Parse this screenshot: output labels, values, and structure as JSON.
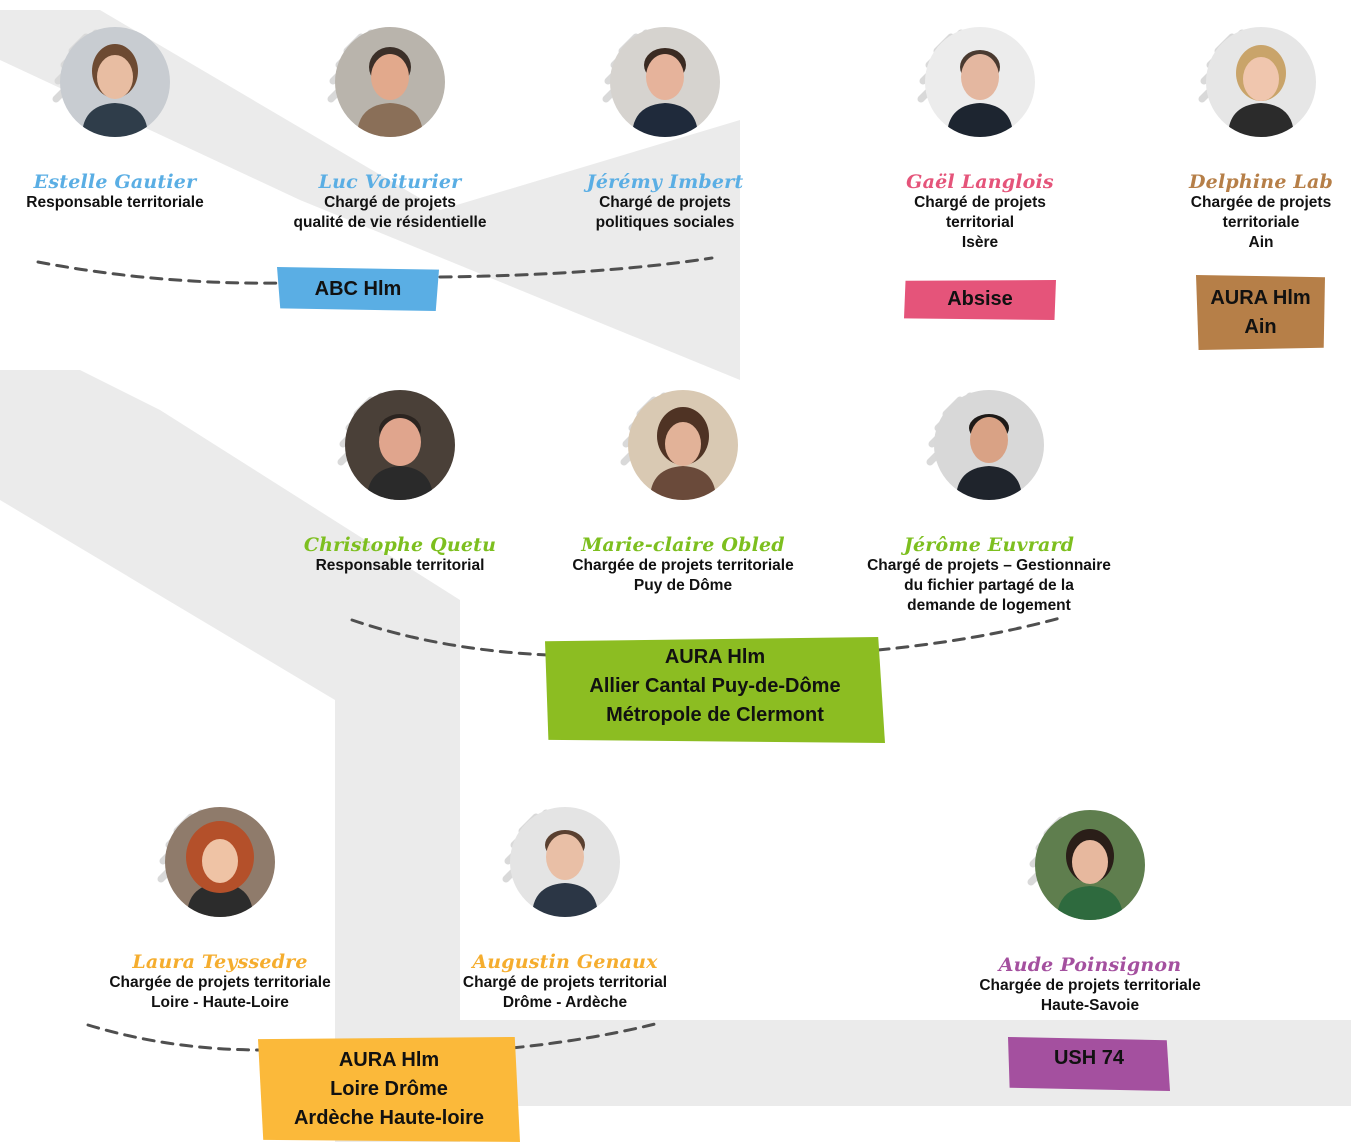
{
  "colors": {
    "blue": "#5aaee4",
    "pink": "#e5547a",
    "brown": "#b67f48",
    "green": "#8cbd22",
    "green_text": "#7dbf1f",
    "yellow": "#fbb93a",
    "yellow_text": "#f5ad2e",
    "purple": "#a4509f",
    "tree_grey": "#ebebeb",
    "dash_grey": "#4f4f4f"
  },
  "people": [
    {
      "name": "Estelle Gautier",
      "role": [
        "Responsable territoriale"
      ],
      "color": "#5aaee4",
      "skin": "#e8bda2",
      "hair": "#6d4a32",
      "shirt": "#2f3d4a",
      "bgc": "#c8ccd1"
    },
    {
      "name": "Luc Voiturier",
      "role": [
        "Chargé de projets",
        "qualité de vie résidentielle"
      ],
      "color": "#5aaee4",
      "skin": "#e2a98c",
      "hair": "#3b2f28",
      "shirt": "#8a6f58",
      "bgc": "#b9b4ac"
    },
    {
      "name": "Jérémy Imbert",
      "role": [
        "Chargé de projets",
        "politiques sociales"
      ],
      "color": "#5aaee4",
      "skin": "#e6b39b",
      "hair": "#3a2a22",
      "shirt": "#1f2a3b",
      "bgc": "#d6d3cf"
    },
    {
      "name": "Gaël Langlois",
      "role": [
        "Chargé de projets",
        "territorial",
        "Isère"
      ],
      "color": "#e5547a",
      "skin": "#e4b7a0",
      "hair": "#4a3a30",
      "shirt": "#1d2530",
      "bgc": "#ececec"
    },
    {
      "name": "Delphine Lab",
      "role": [
        "Chargée de projets",
        "territoriale",
        "Ain"
      ],
      "color": "#b67f48",
      "skin": "#f0c6ae",
      "hair": "#c9a46a",
      "shirt": "#2b2b2b",
      "bgc": "#e6e6e6"
    },
    {
      "name": "Christophe Quetu",
      "role": [
        "Responsable territorial"
      ],
      "color": "#7dbf1f",
      "skin": "#e0a58d",
      "hair": "#2b2420",
      "shirt": "#2a2a2a",
      "bgc": "#4a4038"
    },
    {
      "name": "Marie-claire Obled",
      "role": [
        "Chargée de projets territoriale",
        "Puy de Dôme"
      ],
      "color": "#7dbf1f",
      "skin": "#e2b298",
      "hair": "#4f3324",
      "shirt": "#6a4a3a",
      "bgc": "#d9c9b3"
    },
    {
      "name": "Jérôme Euvrard",
      "role": [
        "Chargé de projets – Gestionnaire",
        "du fichier partagé de la",
        "demande de logement"
      ],
      "color": "#7dbf1f",
      "skin": "#d9a285",
      "hair": "#1e1a18",
      "shirt": "#1f242c",
      "bgc": "#d8d8d8"
    },
    {
      "name": "Laura Teyssedre",
      "role": [
        "Chargée de projets territoriale",
        "Loire - Haute-Loire"
      ],
      "color": "#f5ad2e",
      "skin": "#efc3a5",
      "hair": "#b4502a",
      "shirt": "#2c2c2c",
      "bgc": "#8f7b6b"
    },
    {
      "name": "Augustin Genaux",
      "role": [
        "Chargé de projets territorial",
        "Drôme - Ardèche"
      ],
      "color": "#f5ad2e",
      "skin": "#e9bfa6",
      "hair": "#5a4030",
      "shirt": "#2b3645",
      "bgc": "#e4e4e4"
    },
    {
      "name": "Aude Poinsignon",
      "role": [
        "Chargée de projets territoriale",
        "Haute-Savoie"
      ],
      "color": "#a4509f",
      "skin": "#e7b89e",
      "hair": "#2a1e18",
      "shirt": "#2e6a3e",
      "bgc": "#5f7e4e"
    }
  ],
  "tags": [
    {
      "lines": [
        "ABC Hlm"
      ],
      "color": "#5aaee4"
    },
    {
      "lines": [
        "Absise"
      ],
      "color": "#e5547a"
    },
    {
      "lines": [
        "AURA Hlm",
        "Ain"
      ],
      "color": "#b67f48"
    },
    {
      "lines": [
        "AURA Hlm",
        "Allier Cantal Puy-de-Dôme",
        "Métropole de Clermont"
      ],
      "color": "#8cbd22"
    },
    {
      "lines": [
        "AURA Hlm",
        "Loire Drôme",
        "Ardèche Haute-loire"
      ],
      "color": "#fbb93a"
    },
    {
      "lines": [
        "USH 74"
      ],
      "color": "#a4509f"
    }
  ]
}
